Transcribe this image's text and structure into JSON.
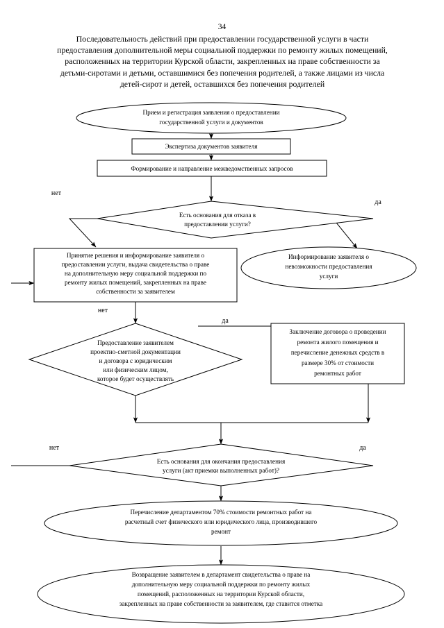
{
  "document": {
    "page_number": "34",
    "title_lines": [
      "Последовательность  действий при предоставлении государственной услуги в части",
      "предоставления дополнительной меры социальной поддержки  по ремонту жилых помещений,",
      "расположенных на территории Курской области, закрепленных на праве собственности за",
      "детьми-сиротами и детьми, оставшимися без попечения родителей,  а также лицами из числа",
      "детей-сирот и детей,  оставшихся без попечения родителей"
    ]
  },
  "flowchart": {
    "type": "flowchart",
    "nodes": [
      {
        "id": "start",
        "shape": "ellipse",
        "lines": [
          "Прием и регистрация заявления о предоставлении",
          "государственной услуги и документов"
        ]
      },
      {
        "id": "expertise",
        "shape": "rect",
        "lines": [
          "Экспертиза документов заявителя"
        ]
      },
      {
        "id": "requests",
        "shape": "rect",
        "lines": [
          "Формирование и  направление межведомственных запросов"
        ]
      },
      {
        "id": "decision-refusal",
        "shape": "diamond",
        "lines": [
          "Есть основания для отказа в",
          "предоставлении  услуги?"
        ]
      },
      {
        "id": "decision-made",
        "shape": "rect",
        "lines": [
          "Принятие решения и информирование заявителя о",
          "предоставлении  услуги, выдача свидетельства о праве",
          "на дополнительную меру социальной поддержки по",
          "ремонту жилых помещений, закрепленных на праве",
          "собственности за заявителем"
        ]
      },
      {
        "id": "inform-impossible",
        "shape": "ellipse",
        "lines": [
          "Информирование заявителя о",
          "невозможности предоставления",
          "услуги"
        ]
      },
      {
        "id": "decision-documents",
        "shape": "diamond",
        "lines": [
          "Предоставление заявителем",
          "проектно-сметной документации",
          "и договора с юридическим",
          "или физическим лицом,",
          "которое будет осуществлять"
        ]
      },
      {
        "id": "contract-30",
        "shape": "rect",
        "lines": [
          "Заключение договора о проведении",
          "ремонта жилого помещения и",
          "перечисление денежных средств в",
          "размере 30% от стоимости",
          "ремонтных работ"
        ]
      },
      {
        "id": "decision-completion",
        "shape": "diamond",
        "lines": [
          "Есть основания для окончания предоставления",
          "услуги (акт приемки выполненных работ)?"
        ]
      },
      {
        "id": "transfer-70",
        "shape": "ellipse",
        "lines": [
          "Перечисление департаментом 70% стоимости ремонтных работ на",
          "расчетный счет физического или юридического лица, производившего",
          "ремонт"
        ]
      },
      {
        "id": "return-certificate",
        "shape": "ellipse",
        "lines": [
          "Возвращение заявителем в департамент свидетельства о праве на",
          "дополнительную меру социальной поддержки по ремонту жилых",
          "помещений, расположенных на территории Курской области,",
          "закрепленных на праве собственности за заявителем, где ставится отметка"
        ]
      }
    ],
    "branch_labels": [
      {
        "id": "no-1",
        "text": "нет"
      },
      {
        "id": "yes-1",
        "text": "да"
      },
      {
        "id": "no-2",
        "text": "нет"
      },
      {
        "id": "yes-2",
        "text": "да"
      },
      {
        "id": "no-3",
        "text": "нет"
      },
      {
        "id": "yes-3",
        "text": "да"
      }
    ],
    "colors": {
      "stroke": "#000000",
      "fill": "#ffffff",
      "text": "#000000"
    }
  }
}
